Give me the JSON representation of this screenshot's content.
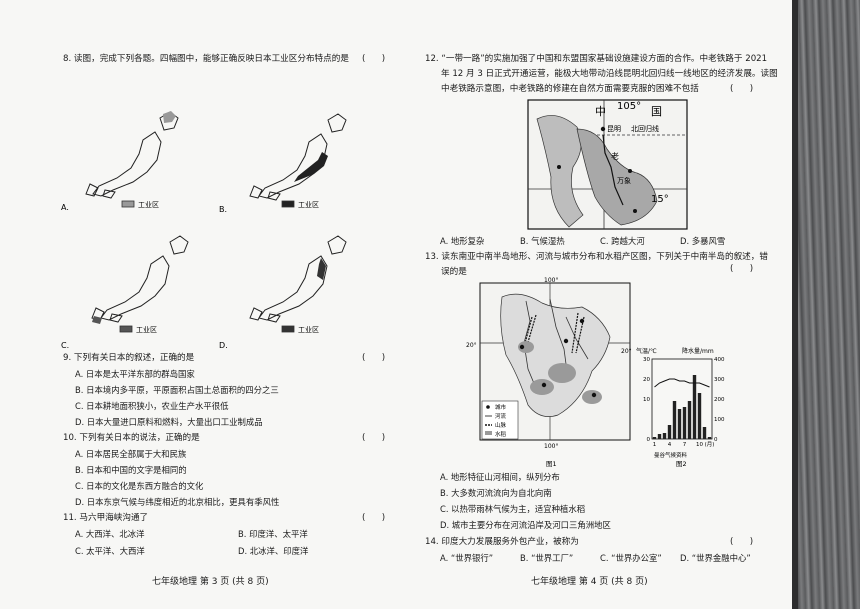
{
  "left": {
    "q8": {
      "text": "8. 读图，完成下列各题。四幅图中，能够正确反映日本工业区分布特点的是",
      "paren": "(      )",
      "maps": [
        {
          "letter": "A.",
          "legend": "工业区"
        },
        {
          "letter": "B.",
          "legend": "工业区"
        },
        {
          "letter": "C.",
          "legend": "工业区"
        },
        {
          "letter": "D.",
          "legend": "工业区"
        }
      ]
    },
    "q9": {
      "text": "9. 下列有关日本的叙述，正确的是",
      "paren": "(      )",
      "options": [
        "A. 日本是太平洋东部的群岛国家",
        "B. 日本境内多平原，平原面积占国土总面积的四分之三",
        "C. 日本耕地面积狭小，农业生产水平很低",
        "D. 日本大量进口原料和燃料，大量出口工业制成品"
      ]
    },
    "q10": {
      "text": "10. 下列有关日本的说法，正确的是",
      "paren": "(      )",
      "options": [
        "A. 日本居民全部属于大和民族",
        "B. 日本和中国的文字是相同的",
        "C. 日本的文化是东西方融合的文化",
        "D. 日本东京气候与纬度相近的北京相比，更具有季风性"
      ]
    },
    "q11": {
      "text": "11. 马六甲海峡沟通了",
      "paren": "(      )",
      "options": [
        "A. 大西洋、北冰洋",
        "B. 印度洋、太平洋",
        "C. 太平洋、大西洋",
        "D. 北冰洋、印度洋"
      ]
    },
    "footer": "七年级地理   第 3 页   (共 8 页)"
  },
  "right": {
    "q12": {
      "lines": [
        "12. “一带一路”的实施加强了中国和东盟国家基础设施建设方面的合作。中老铁路于 2021",
        "年 12 月 3 日正式开通运营，能极大地带动沿线昆明北回归线一线地区的经济发展。读图",
        "中老铁路示意图，中老铁路的修建在自然方面需要克服的困难不包括"
      ],
      "paren": "(      )",
      "map": {
        "zhong": "中",
        "guo": "国",
        "deg105": "105°",
        "kunming": "昆明",
        "tropic": "北回归线",
        "lao": "老",
        "wanxiang": "万象",
        "deg15": "15°"
      },
      "options": [
        "A. 地形复杂",
        "B. 气候湿热",
        "C. 跨越大河",
        "D. 多暴风雪"
      ]
    },
    "q13": {
      "lines": [
        "13. 读东南亚中南半岛地形、河流与城市分布和水稻产区图，下列关于中南半岛的叙述，错",
        "误的是"
      ],
      "paren": "(      )",
      "map1": {
        "top": "100°",
        "left": "20°",
        "right": "20°",
        "bottom": "100°",
        "legend": [
          "城市",
          "河流",
          "山脉",
          "水稻"
        ],
        "caption": "图1"
      },
      "chart": {
        "yleft_title": "气温/℃",
        "yright_title": "降水量/mm",
        "yleft_ticks": [
          "30",
          "20",
          "10",
          "0"
        ],
        "yright_ticks": [
          "400",
          "300",
          "200",
          "100",
          "0"
        ],
        "xticks": [
          "1",
          "4",
          "7",
          "10",
          "(月)"
        ],
        "station": "曼谷气候资料",
        "caption": "图2"
      },
      "options": [
        "A. 地形特征山河相间，纵列分布",
        "B. 大多数河流流向为自北向南",
        "C. 以热带雨林气候为主，适宜种植水稻",
        "D. 城市主要分布在河流沿岸及河口三角洲地区"
      ]
    },
    "q14": {
      "text": "14. 印度大力发展服务外包产业，被称为",
      "paren": "(      )",
      "options": [
        "A. “世界银行”",
        "B. “世界工厂”",
        "C. “世界办公室”",
        "D. “世界金融中心”"
      ]
    },
    "footer": "七年级地理   第 4 页   (共 8 页)"
  },
  "chart_data": {
    "type": "bar",
    "title": "曼谷气候资料",
    "xlabel": "(月)",
    "ylabel": "降水量/mm",
    "categories": [
      "1",
      "2",
      "3",
      "4",
      "5",
      "6",
      "7",
      "8",
      "9",
      "10",
      "11",
      "12"
    ],
    "series": [
      {
        "name": "降水量/mm",
        "values": [
          10,
          25,
          30,
          70,
          190,
          150,
          160,
          190,
          320,
          230,
          60,
          10
        ]
      },
      {
        "name": "气温/℃",
        "values": [
          26,
          28,
          29,
          30,
          30,
          29,
          29,
          28,
          28,
          28,
          27,
          26
        ]
      }
    ],
    "ylim": [
      0,
      400
    ]
  }
}
